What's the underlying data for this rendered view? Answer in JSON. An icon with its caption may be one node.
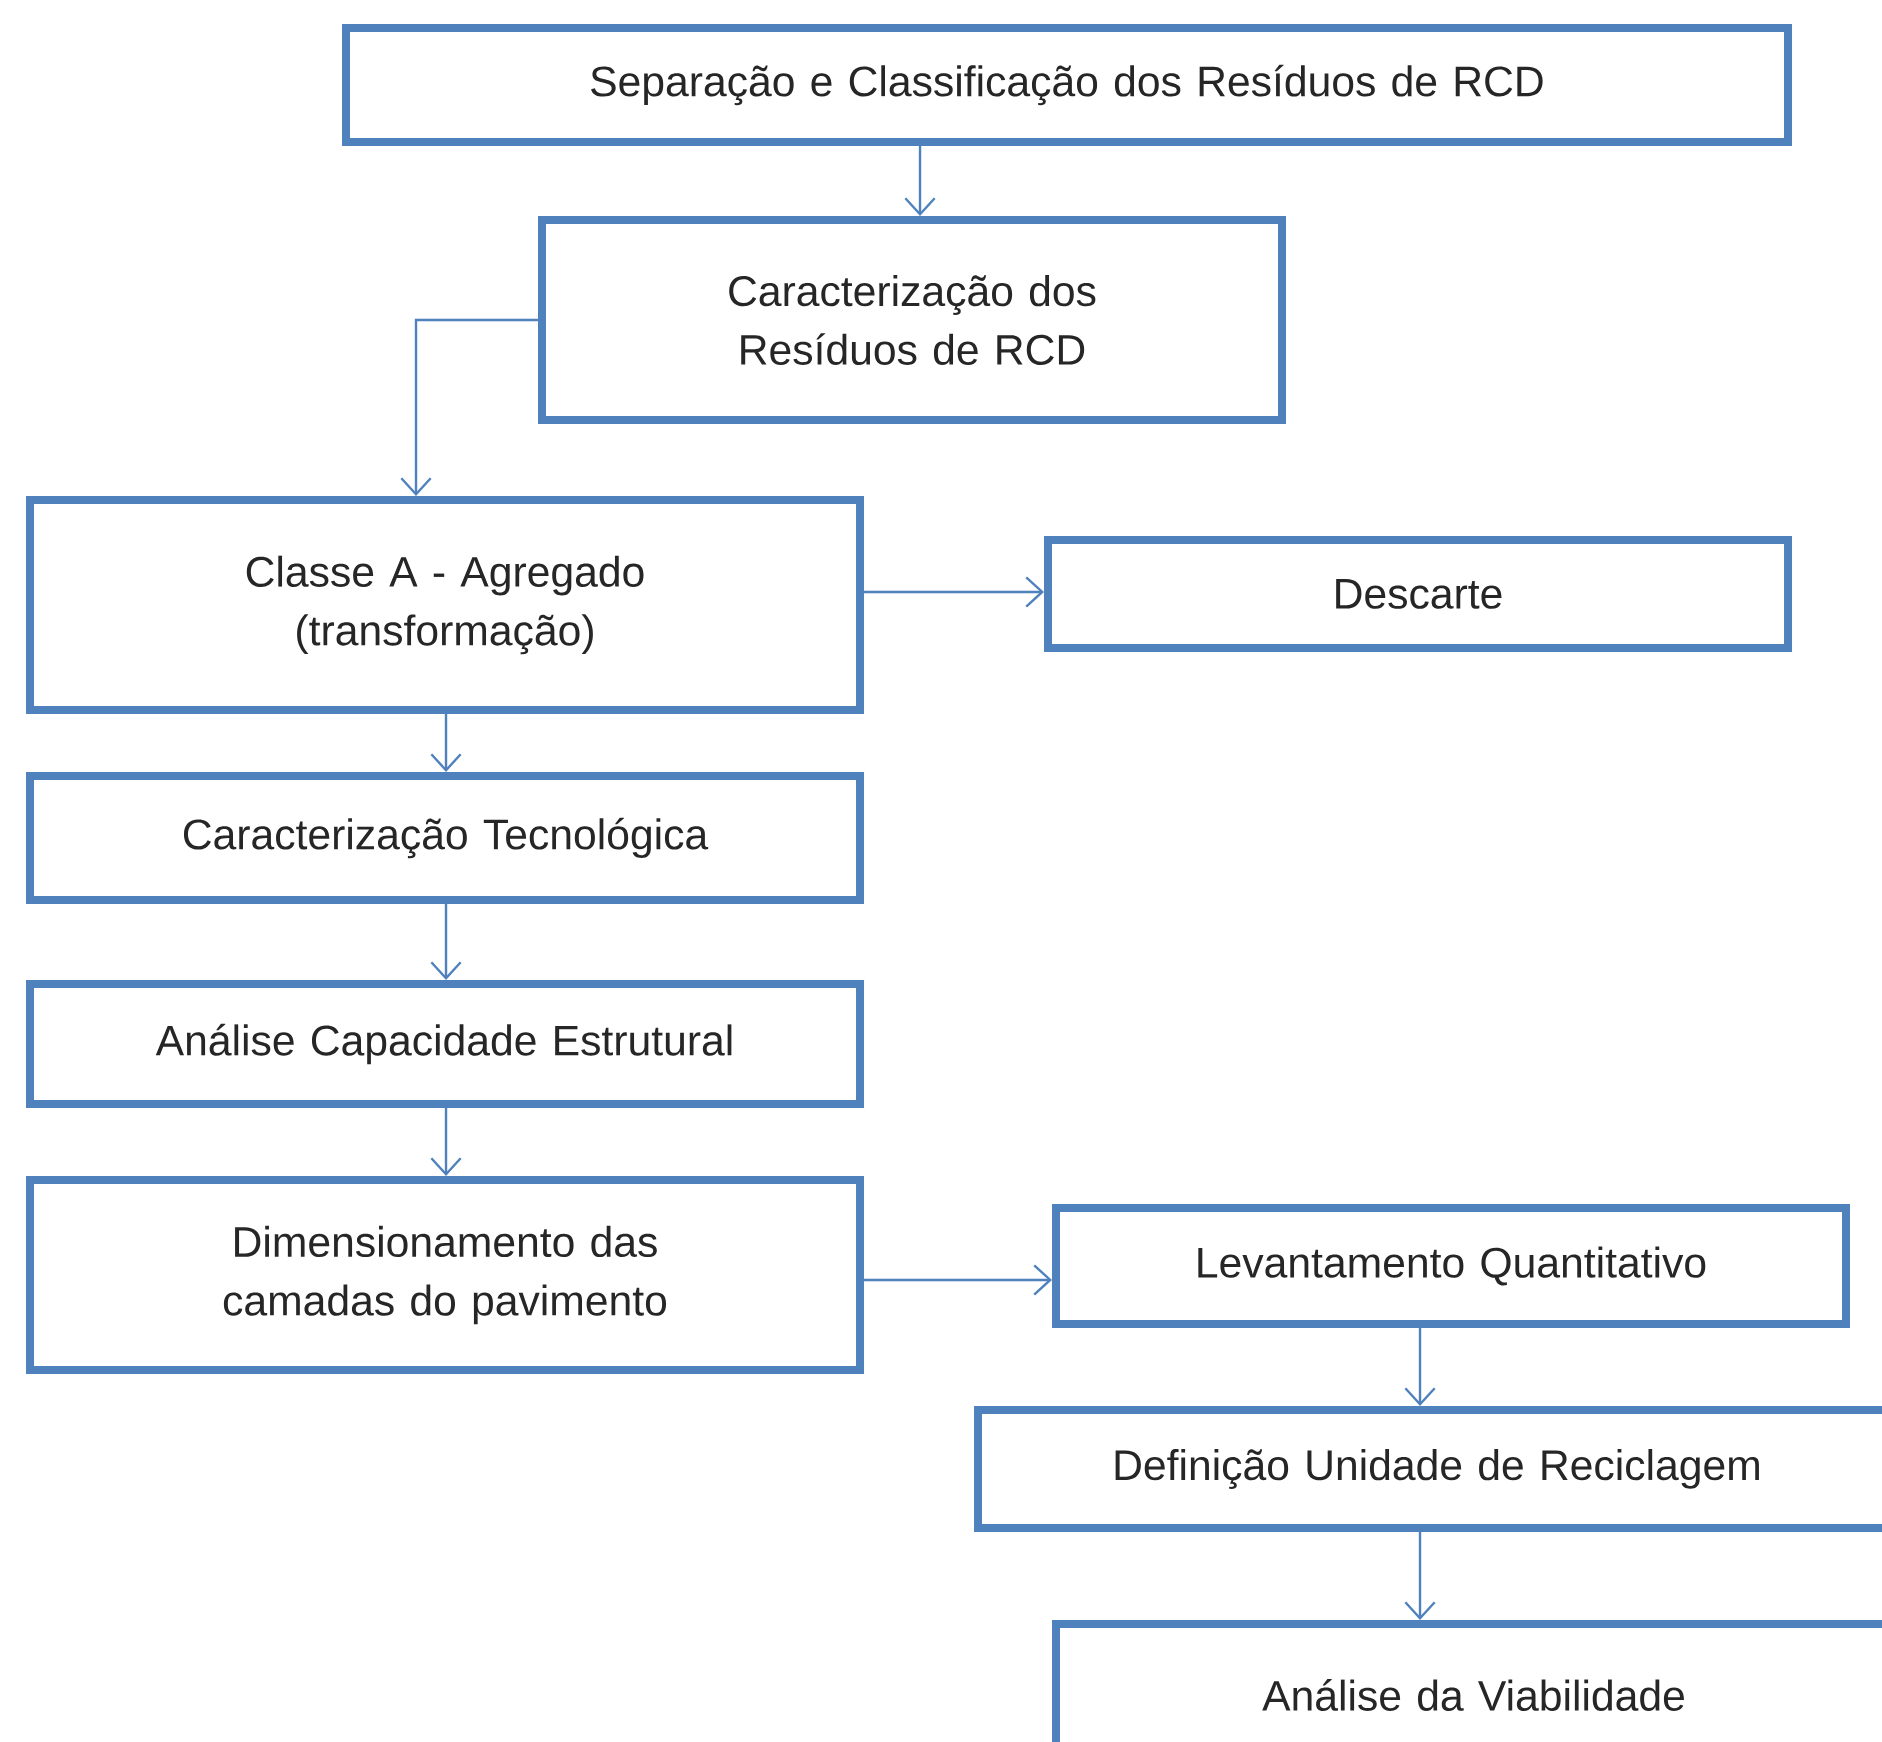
{
  "diagram": {
    "nodes": [
      {
        "text": [
          "Separação e Classificação dos Resíduos de RCD"
        ]
      },
      {
        "text": [
          "Caracterização dos Resíduos de RCD"
        ]
      },
      {
        "text": [
          "Classe A - Agregado (transformação)"
        ]
      },
      {
        "text": [
          "Descarte"
        ]
      },
      {
        "text": [
          "Caracterização Tecnológica"
        ]
      },
      {
        "text": [
          "Análise Capacidade Estrutural"
        ]
      },
      {
        "text": [
          "Dimensionamento das camadas do pavimento"
        ]
      },
      {
        "text": [
          "Levantamento Quantitativo"
        ]
      },
      {
        "text": [
          "Definição Unidade de Reciclagem"
        ]
      },
      {
        "text": [
          "Análise da Viabilidade"
        ]
      }
    ],
    "edges": [
      {
        "from": 0,
        "to": 1,
        "arrow": "to"
      },
      {
        "from": 1,
        "to": 2,
        "arrow": "to"
      },
      {
        "from": 2,
        "to": 3,
        "arrow": "to"
      },
      {
        "from": 2,
        "to": 4,
        "arrow": "to"
      },
      {
        "from": 4,
        "to": 5,
        "arrow": "to"
      },
      {
        "from": 5,
        "to": 6,
        "arrow": "to"
      },
      {
        "from": 6,
        "to": 7,
        "arrow": "to"
      },
      {
        "from": 7,
        "to": 8,
        "arrow": "to"
      },
      {
        "from": 8,
        "to": 9,
        "arrow": "to"
      }
    ]
  }
}
